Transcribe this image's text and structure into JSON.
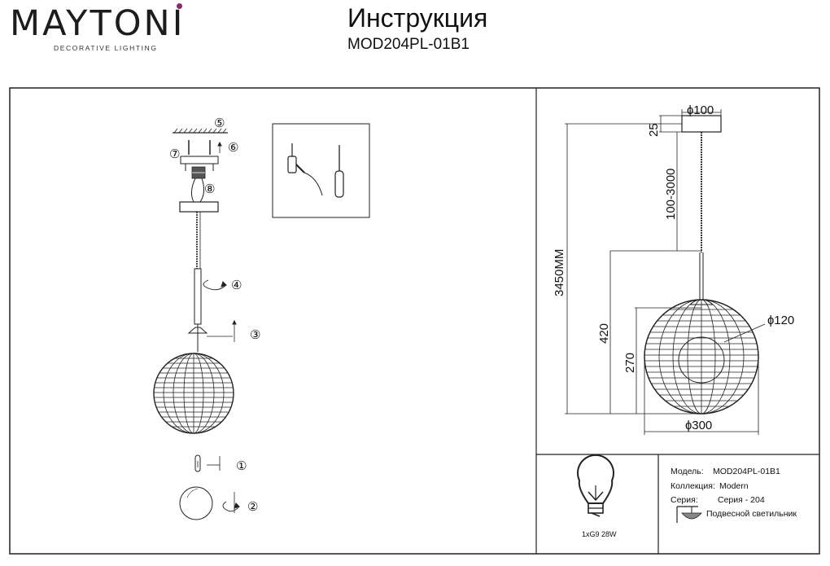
{
  "header": {
    "brand": "MAYTONI",
    "tagline": "DECORATIVE LIGHTING",
    "title": "Инструкция",
    "model": "MOD204PL-01B1"
  },
  "steps": [
    "⑤",
    "⑥",
    "⑦",
    "⑧",
    "④",
    "③",
    "①",
    "②"
  ],
  "dimensions": {
    "canopy_diameter": "ɸ100",
    "canopy_height": "25",
    "cable_length": "100-3000",
    "total_height": "3450MM",
    "shade_height": "420",
    "glass_height": "270",
    "glass_diameter": "ɸ120",
    "shade_diameter": "ɸ300"
  },
  "lamp": {
    "label": "1xG9 28W",
    "icon": "bulb-icon"
  },
  "specs": {
    "model_label": "Модель:",
    "model_value": "MOD204PL-01B1",
    "collection_label": "Коллекция:",
    "collection_value": "Modern",
    "series_label": "Серия:",
    "series_value": "Серия - 204",
    "type_value": "Подвесной светильник",
    "type_icon": "pendant-lamp-icon"
  },
  "tools": {
    "drill_icon": "drill-icon",
    "screwdriver_icon": "screwdriver-icon"
  },
  "colors": {
    "line": "#222222",
    "brand_dot": "#8b2a6a"
  }
}
